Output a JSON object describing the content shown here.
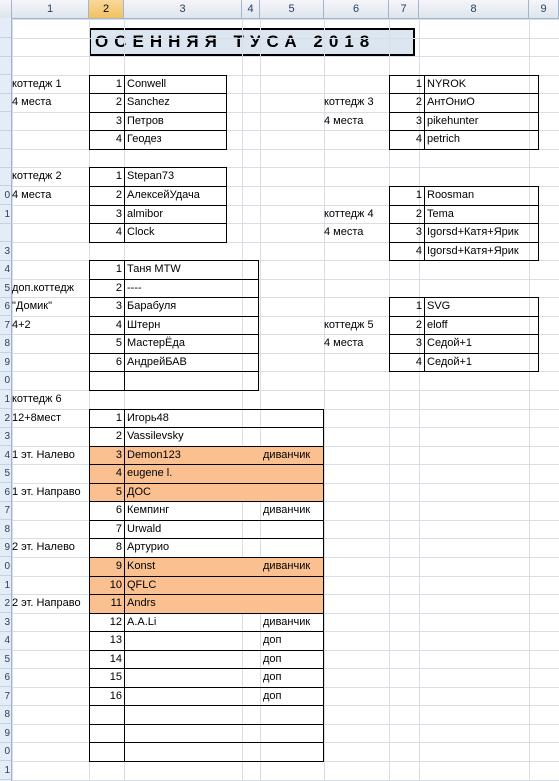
{
  "columns": [
    "1",
    "2",
    "3",
    "4",
    "5",
    "6",
    "7",
    "8",
    "9"
  ],
  "rows": [
    "",
    "",
    "",
    "",
    "",
    "",
    "",
    "",
    "",
    "0",
    "1",
    "",
    "3",
    "4",
    "5",
    "6",
    "7",
    "8",
    "9",
    "0",
    "1",
    "2",
    "3",
    "4",
    "5",
    "6",
    "7",
    "8",
    "9",
    "0",
    "1",
    "2",
    "3",
    "4",
    "5",
    "6",
    "7",
    "8",
    "9",
    "0",
    "1"
  ],
  "title": "ОСЕННЯЯ ТУСА 2018",
  "cottage1": {
    "name": "коттедж 1",
    "places": "4 места",
    "items": [
      [
        "1",
        "Conwell"
      ],
      [
        "2",
        "Sanchez"
      ],
      [
        "3",
        "Петров"
      ],
      [
        "4",
        "Геодез"
      ]
    ]
  },
  "cottage2": {
    "name": "коттедж 2",
    "places": "4 места",
    "items": [
      [
        "1",
        "Stepan73"
      ],
      [
        "2",
        "АлексейУдача"
      ],
      [
        "3",
        "almibor"
      ],
      [
        "4",
        "Clock"
      ]
    ]
  },
  "domik": {
    "name": "доп.коттедж",
    "quote": "\"Домик\"",
    "places": "4+2",
    "items": [
      [
        "1",
        "Таня MTW"
      ],
      [
        "2",
        "----"
      ],
      [
        "3",
        "Барабуля"
      ],
      [
        "4",
        "Штерн"
      ],
      [
        "5",
        "МастерЁда"
      ],
      [
        "6",
        "АндрейБАВ"
      ]
    ]
  },
  "cottage3": {
    "name": "коттедж 3",
    "places": "4 места",
    "items": [
      [
        "1",
        "NYROK"
      ],
      [
        "2",
        "АнтОниО"
      ],
      [
        "3",
        "pikehunter"
      ],
      [
        "4",
        "petrich"
      ]
    ]
  },
  "cottage4": {
    "name": "коттедж 4",
    "places": "4 места",
    "items": [
      [
        "1",
        "Roosman"
      ],
      [
        "2",
        "Tema"
      ],
      [
        "3",
        "Igorsd+Катя+Ярик"
      ],
      [
        "4",
        "Igorsd+Катя+Ярик"
      ]
    ]
  },
  "cottage5": {
    "name": "коттедж 5",
    "places": "4 места",
    "items": [
      [
        "1",
        "SVG"
      ],
      [
        "2",
        "eloff"
      ],
      [
        "3",
        "Седой+1"
      ],
      [
        "4",
        "Седой+1"
      ]
    ]
  },
  "cottage6": {
    "name": "коттедж 6",
    "places": "12+8мест",
    "floors": [
      "1 эт. Налево",
      "1 эт. Направо",
      "2 эт. Налево",
      "2 эт. Направо"
    ],
    "items": [
      [
        "1",
        "Игорь48",
        ""
      ],
      [
        "2",
        "Vassilevsky",
        ""
      ],
      [
        "3",
        "Demon123",
        "диванчик"
      ],
      [
        "4",
        "eugene l.",
        ""
      ],
      [
        "5",
        "ДОС",
        ""
      ],
      [
        "6",
        "Кемпинг",
        "диванчик"
      ],
      [
        "7",
        "Urwald",
        ""
      ],
      [
        "8",
        "Артурио",
        ""
      ],
      [
        "9",
        "Konst",
        "диванчик"
      ],
      [
        "10",
        "QFLC",
        ""
      ],
      [
        "11",
        "Andrs",
        ""
      ],
      [
        "12",
        "A.A.Li",
        "диванчик"
      ],
      [
        "13",
        "",
        "доп"
      ],
      [
        "14",
        "",
        "доп"
      ],
      [
        "15",
        "",
        "доп"
      ],
      [
        "16",
        "",
        "доп"
      ]
    ]
  }
}
